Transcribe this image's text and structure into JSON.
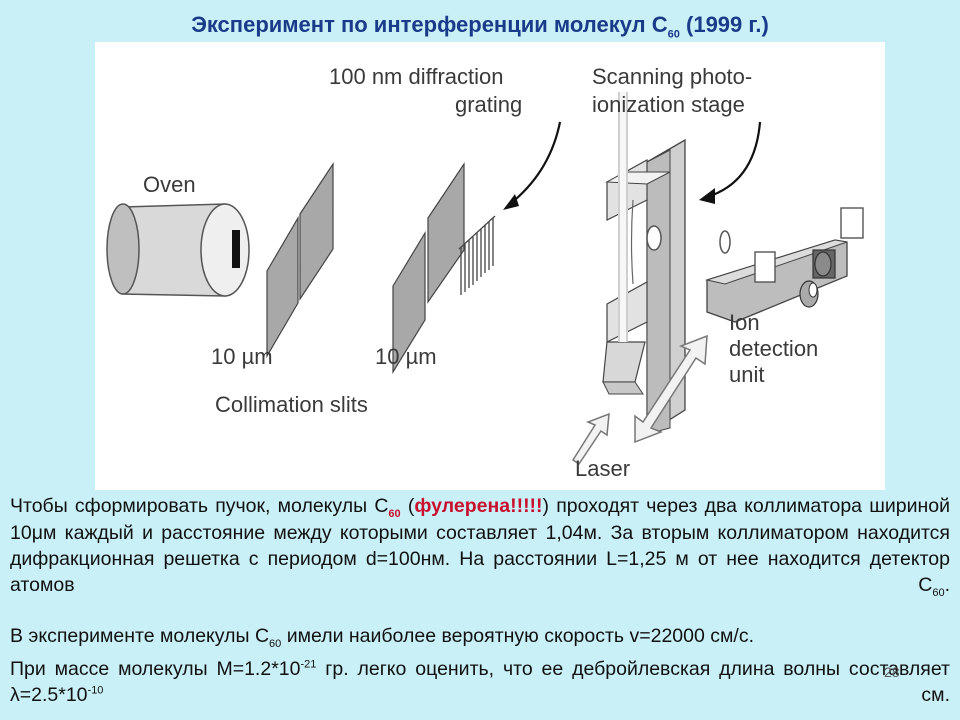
{
  "title": {
    "text": "Эксперимент  по интерференции молекул  С",
    "sub": "60",
    "year": " (1999 г.)"
  },
  "figure": {
    "labels": {
      "grating_line1": "100 nm diffraction",
      "grating_line2": "grating",
      "stage_line1": "Scanning photo-",
      "stage_line2": "ionization stage",
      "oven": "Oven",
      "slit1": "10 µm",
      "slit2": "10 µm",
      "collimation": "Collimation slits",
      "ion_line1": "Ion",
      "ion_line2": "detection",
      "ion_line3": "unit",
      "laser": "Laser"
    }
  },
  "text": {
    "p1_a": "Чтобы сформировать пучок, молекулы С",
    "p1_sub": "60",
    "p1_b": " (",
    "p1_red": "фулерена!!!!!",
    "p1_c": ") проходят через два коллиматора шириной 10",
    "p1_mu": "μ",
    "p1_d": "м каждый и расстояние между которыми составляет 1,04м. За вторым коллиматором находится дифракционная решетка с периодом d=100нм. На расстоянии L=1,25 м от нее находится детектор атомов С",
    "p1_sub2": "60",
    "p1_e": ".",
    "p2_a": "В эксперименте молекулы С",
    "p2_sub": "60",
    "p2_b": " имели наиболее вероятную скорость v=22000 см/с.",
    "p3_a": "При массе молекулы М=1.2*10",
    "p3_sup": "-21",
    "p3_b": " гр. легко оценить, что ее дебройлевская длина волны составляет ",
    "p3_lambda": "λ",
    "p3_c": "=2.5*10",
    "p3_sup2": "-10",
    "p3_d": " см."
  },
  "page_number": "28"
}
